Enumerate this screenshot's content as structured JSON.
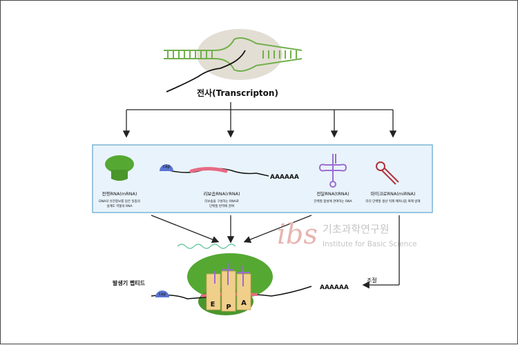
{
  "transcription": {
    "label": "전사(Transcripton)"
  },
  "rna_types": [
    {
      "name": "전령RNA(mRNA)",
      "desc_line1": "DNA의 유전정보를 담은 일종의",
      "desc_line2": "설계도 역할의 RNA"
    },
    {
      "name": "리보솜RNA(rRNA)",
      "desc_line1": "리보솜을 구성하는 RNA로",
      "desc_line2": "단백질 번역에 관여"
    },
    {
      "name": "전달RNA(tRNA)",
      "desc_line1": "단백질 합성에 관여하는 RNA",
      "desc_line2": ""
    },
    {
      "name": "마이크로RNA(miRNA)",
      "desc_line1": "타깃 단백질 생산 억제 메커니즘 복제 방해",
      "desc_line2": ""
    }
  ],
  "mrna_strand": {
    "cap": "cap",
    "tail": "AAAAAA"
  },
  "translation": {
    "peptide_label": "발생기 펩티드",
    "cap": "cap",
    "tail": "AAAAAA",
    "regulation_label": "조절",
    "sites": [
      "E",
      "P",
      "A"
    ]
  },
  "logo": {
    "mark": "ibs",
    "name_ko": "기초과학연구원",
    "name_en": "Institute for Basic Science"
  },
  "colors": {
    "panel_bg": "#e9f3fb",
    "panel_border": "#7bb4d8",
    "ribosome_green": "#55a832",
    "mrna_pink": "#e86a84",
    "trna_purple": "#9a6cd0",
    "mirna_red": "#b0303c",
    "cap_blue": "#5b74d0",
    "site_tan": "#f0cf8a"
  }
}
